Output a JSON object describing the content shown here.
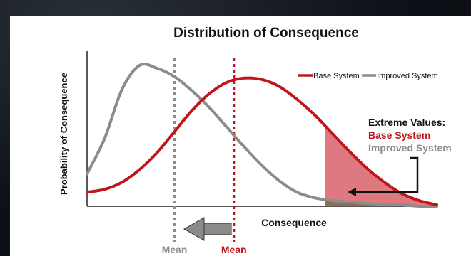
{
  "chart_data": {
    "type": "line",
    "title": "Distribution of Consequence",
    "xlabel": "Consequence",
    "ylabel": "Probability of Consequence",
    "xlim": [
      0,
      100
    ],
    "ylim": [
      0,
      1
    ],
    "legend_position": "top-right",
    "series": [
      {
        "name": "Base System",
        "color": "#c0161b",
        "x": [
          0,
          5,
          10,
          15,
          20,
          25,
          30,
          35,
          40,
          45,
          50,
          55,
          60,
          65,
          70,
          75,
          80,
          85,
          90,
          95,
          100
        ],
        "y": [
          0.1,
          0.12,
          0.17,
          0.26,
          0.38,
          0.53,
          0.68,
          0.8,
          0.88,
          0.91,
          0.9,
          0.85,
          0.76,
          0.65,
          0.52,
          0.39,
          0.27,
          0.17,
          0.09,
          0.04,
          0.01
        ]
      },
      {
        "name": "Improved System",
        "color": "#8c8c8c",
        "x": [
          0,
          5,
          10,
          15,
          20,
          25,
          30,
          35,
          40,
          45,
          50,
          55,
          60,
          65,
          70,
          75,
          80,
          85,
          90,
          95,
          100
        ],
        "y": [
          0.23,
          0.48,
          0.83,
          1.0,
          0.98,
          0.92,
          0.82,
          0.7,
          0.56,
          0.42,
          0.29,
          0.18,
          0.1,
          0.06,
          0.04,
          0.03,
          0.02,
          0.01,
          0.01,
          0.0,
          0.0
        ]
      }
    ],
    "means": [
      {
        "label": "Mean",
        "series": "Improved System",
        "x": 25,
        "color": "#8c8c8c"
      },
      {
        "label": "Mean",
        "series": "Base System",
        "x": 42,
        "color": "#c0161b"
      }
    ],
    "extreme_threshold_x": 68,
    "annotation": {
      "title": "Extreme Values:",
      "lines": [
        {
          "text": "Base System",
          "color": "#c0161b"
        },
        {
          "text": "Improved System",
          "color": "#8c8c8c"
        }
      ]
    }
  }
}
